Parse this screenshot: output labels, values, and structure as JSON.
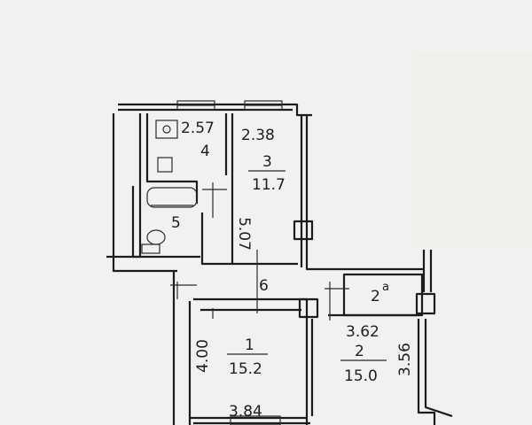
{
  "rooms": [
    {
      "id": "room-1",
      "number": "1",
      "area": "15.2",
      "width": "3.84",
      "length": "4.00"
    },
    {
      "id": "room-2",
      "number": "2",
      "area": "15.0",
      "width": "3.62",
      "length": "3.56"
    },
    {
      "id": "room-2a",
      "number": "2ª"
    },
    {
      "id": "room-3",
      "number": "3",
      "area": "11.7",
      "width": "2.38",
      "length": "5.07"
    },
    {
      "id": "room-4",
      "number": "4",
      "width": "2.57"
    },
    {
      "id": "room-5",
      "number": "5"
    },
    {
      "id": "room-6",
      "number": "6"
    }
  ],
  "labels": {
    "r4_dim": "2.57",
    "r4_num": "4",
    "r3_dim": "2.38",
    "r3_num": "3",
    "r3_area": "11.7",
    "r3_len": "5.07",
    "r5_num": "5",
    "r6_num": "6",
    "r2a_num": "2",
    "r2a_sup": "a",
    "r1_num": "1",
    "r1_area": "15.2",
    "r1_len": "4.00",
    "r1_width": "3.84",
    "r2_width": "3.62",
    "r2_num": "2",
    "r2_area": "15.0",
    "r2_len": "3.56"
  },
  "colors": {
    "ink": "#1c1c1c",
    "paper": "#f1f2ef"
  }
}
